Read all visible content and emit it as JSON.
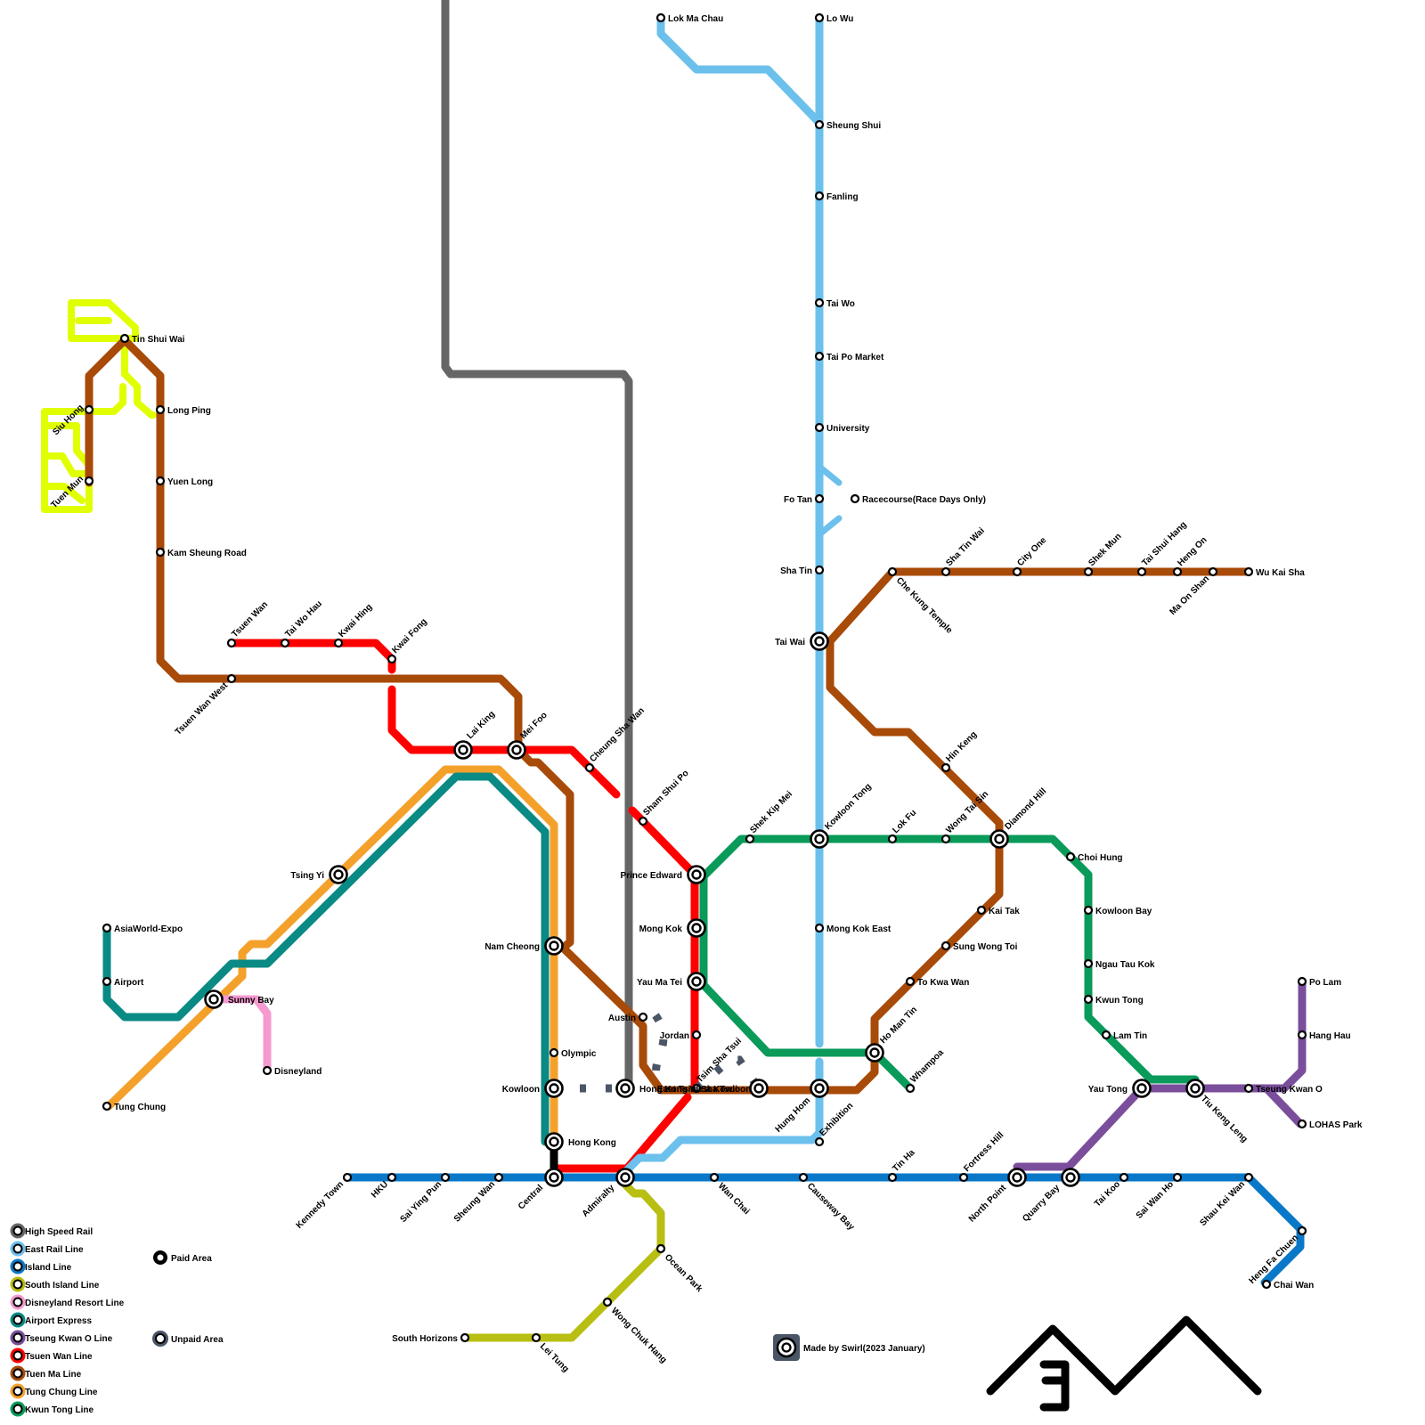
{
  "colors": {
    "high_speed": "#666666",
    "east_rail": "#6cc0ec",
    "island": "#0a78c8",
    "south_island": "#b8be12",
    "disneyland": "#f59ad0",
    "airport_express": "#0a8a84",
    "tseung_kwan_o": "#7b4e9c",
    "tsuen_wan": "#ff0000",
    "tuen_ma": "#a84a08",
    "tung_chung": "#f4a12c",
    "kwun_tong": "#0a9a5a",
    "light_rail": "#e0ff00"
  },
  "stations": {
    "lok_ma_chau": "Lok Ma Chau",
    "lo_wu": "Lo Wu",
    "sheung_shui": "Sheung Shui",
    "fanling": "Fanling",
    "tai_wo": "Tai Wo",
    "tai_po_market": "Tai Po Market",
    "university": "University",
    "fo_tan": "Fo Tan",
    "racecourse": "Racecourse(Race Days Only)",
    "sha_tin": "Sha Tin",
    "tai_wai": "Tai Wai",
    "che_kung_temple": "Che Kung Temple",
    "sha_tin_wai": "Sha Tin Wai",
    "city_one": "City One",
    "shek_mun": "Shek Mun",
    "tai_shui_hang": "Tai Shui Hang",
    "heng_on": "Heng On",
    "ma_on_shan": "Ma On Shan",
    "wu_kai_sha": "Wu Kai Sha",
    "tin_shui_wai": "Tin Shui Wai",
    "long_ping": "Long Ping",
    "siu_hong": "Siu Hong",
    "yuen_long": "Yuen Long",
    "tuen_mun": "Tuen Mun",
    "kam_sheung_road": "Kam Sheung Road",
    "tsuen_wan": "Tsuen Wan",
    "tai_wo_hau": "Tai Wo Hau",
    "kwai_hing": "Kwai Hing",
    "kwai_fong": "Kwai Fong",
    "tsuen_wan_west": "Tsuen Wan West",
    "lai_king": "Lai King",
    "mei_foo": "Mei Foo",
    "cheung_sha_wan": "Cheung Sha Wan",
    "sham_shui_po": "Sham Shui Po",
    "shek_kip_mei": "Shek Kip Mei",
    "kowloon_tong": "Kowloon Tong",
    "lok_fu": "Lok Fu",
    "wong_tai_sin": "Wong Tai Sin",
    "diamond_hill": "Diamond Hill",
    "hin_keng": "Hin Keng",
    "choi_hung": "Choi Hung",
    "kowloon_bay": "Kowloon Bay",
    "ngau_tau_kok": "Ngau Tau Kok",
    "kwun_tong": "Kwun Tong",
    "lam_tin": "Lam Tin",
    "yau_tong": "Yau Tong",
    "tiu_keng_leng": "Tiu Keng Leng",
    "tseung_kwan_o": "Tseung Kwan O",
    "po_lam": "Po Lam",
    "hang_hau": "Hang Hau",
    "lohas_park": "LOHAS Park",
    "prince_edward": "Prince Edward",
    "mong_kok": "Mong Kok",
    "yau_ma_tei": "Yau Ma Tei",
    "jordan": "Jordan",
    "tsim_sha_tsui": "Tsim Sha Tsui",
    "east_tsim_sha_tsui": "East Tsim Sha Tsui",
    "austin": "Austin",
    "mong_kok_east": "Mong Kok East",
    "kai_tak": "Kai Tak",
    "sung_wong_toi": "Sung Wong Toi",
    "to_kwa_wan": "To Kwa Wan",
    "ho_man_tin": "Ho Man Tin",
    "whampoa": "Whampoa",
    "hung_hom": "Hung Hom",
    "exhibition": "Exhibition",
    "hong_kong_west_kowloon": "Hong Kong West Kowloon",
    "kowloon": "Kowloon",
    "olympic": "Olympic",
    "nam_cheong": "Nam Cheong",
    "hong_kong": "Hong Kong",
    "tsing_yi": "Tsing Yi",
    "sunny_bay": "Sunny Bay",
    "disneyland": "Disneyland",
    "asiaworld_expo": "AsiaWorld-Expo",
    "airport": "Airport",
    "tung_chung": "Tung Chung",
    "kennedy_town": "Kennedy Town",
    "hku": "HKU",
    "sai_ying_pun": "Sai Ying Pun",
    "sheung_wan": "Sheung Wan",
    "central": "Central",
    "admiralty": "Admiralty",
    "wan_chai": "Wan Chai",
    "causeway_bay": "Causeway Bay",
    "tin_hau": "Tin Ha",
    "fortress_hill": "Fortress Hill",
    "north_point": "North Point",
    "quarry_bay": "Quarry Bay",
    "tai_koo": "Tai Koo",
    "sai_wan_ho": "Sai Wan Ho",
    "shau_kei_wan": "Shau Kei Wan",
    "heng_fa_chuen": "Heng Fa Chuen",
    "chai_wan": "Chai Wan",
    "ocean_park": "Ocean Park",
    "wong_chuk_hang": "Wong Chuk Hang",
    "lei_tung": "Lei Tung",
    "south_horizons": "South Horizons"
  },
  "legend": {
    "lines": [
      {
        "label": "High Speed Rail",
        "color": "#666666"
      },
      {
        "label": "East Rail Line",
        "color": "#6cc0ec"
      },
      {
        "label": "Island Line",
        "color": "#0a78c8"
      },
      {
        "label": "South Island Line",
        "color": "#b8be12"
      },
      {
        "label": "Disneyland Resort Line",
        "color": "#f59ad0"
      },
      {
        "label": "Airport Express",
        "color": "#0a8a84"
      },
      {
        "label": "Tseung Kwan O Line",
        "color": "#7b4e9c"
      },
      {
        "label": "Tsuen Wan Line",
        "color": "#ff0000"
      },
      {
        "label": "Tuen Ma Line",
        "color": "#a84a08"
      },
      {
        "label": "Tung Chung Line",
        "color": "#f4a12c"
      },
      {
        "label": "Kwun Tong Line",
        "color": "#0a9a5a"
      }
    ],
    "paid_area": "Paid Area",
    "unpaid_area": "Unpaid Area"
  },
  "credit": "Made by Swirl(2023 January)"
}
